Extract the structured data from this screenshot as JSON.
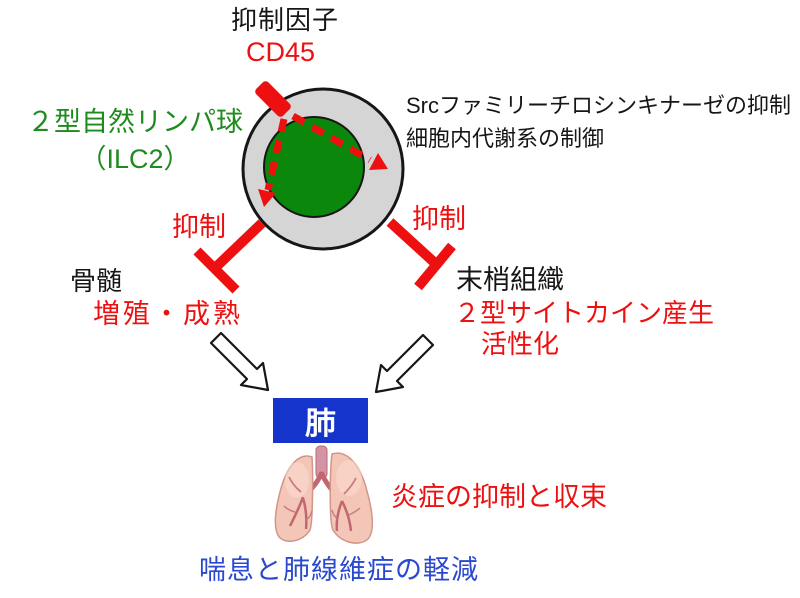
{
  "figure": {
    "top": {
      "inhibitor_factor": "抑制因子",
      "cd45": "CD45"
    },
    "cell": {
      "name_line1": "２型自然リンパ球",
      "name_line2": "（ILC2）",
      "effects_line1": "Srcファミリーチロシンキナーゼの抑制",
      "effects_line2": "細胞内代謝系の制御"
    },
    "left_branch": {
      "inhibit": "抑制",
      "site": "骨髄",
      "effect": "増殖・成熟"
    },
    "right_branch": {
      "inhibit": "抑制",
      "site": "末梢組織",
      "effect_line1": "２型サイトカイン産生",
      "effect_line2": "活性化"
    },
    "lung": {
      "box_label": "肺",
      "inflammation": "炎症の抑制と収束",
      "outcome": "喘息と肺線維症の軽減"
    },
    "colors": {
      "red": "#ee1010",
      "green_text": "#1e8b1e",
      "nucleus_green": "#0b870b",
      "membrane_gray": "#d5d5d5",
      "outline_black": "#161616",
      "lung_box_blue": "#1434cc",
      "outcome_blue": "#2a49cf",
      "lung_pink": "#f3c6b8",
      "bronchi_rose": "#c26670",
      "trachea_mauve": "#d593a3"
    }
  }
}
